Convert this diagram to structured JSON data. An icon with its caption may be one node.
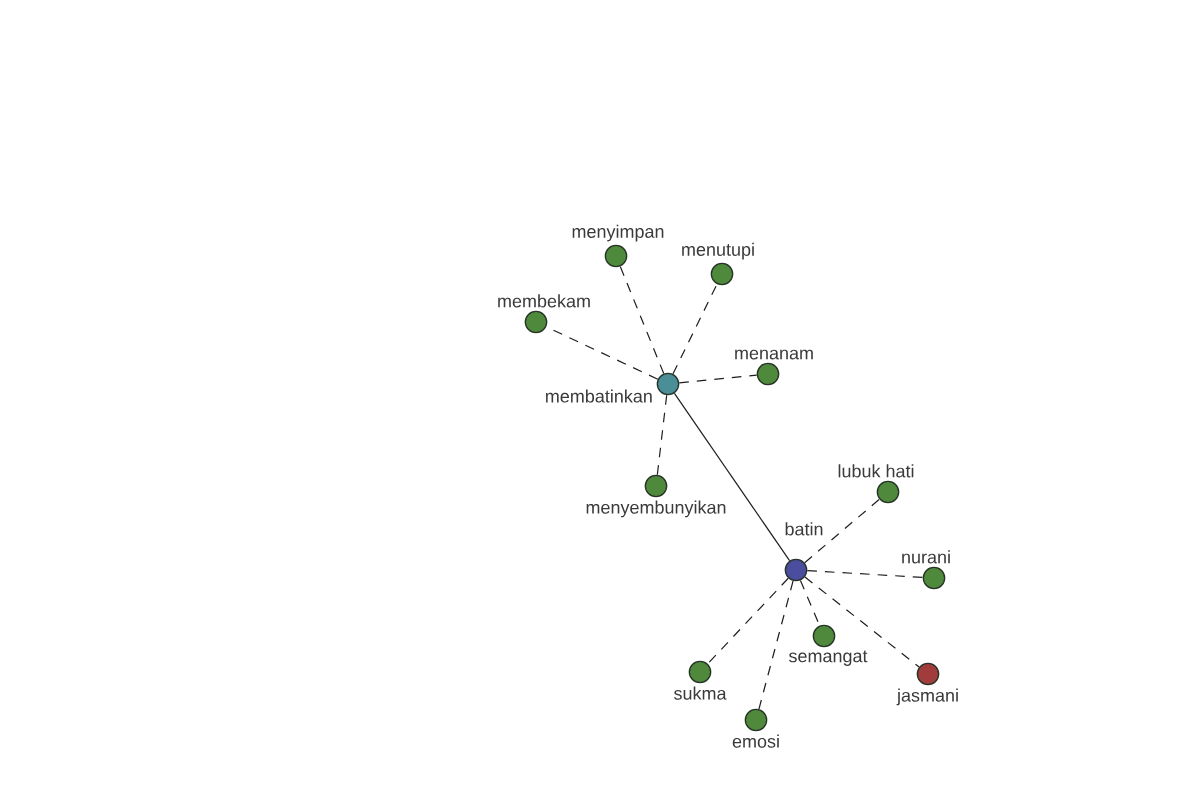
{
  "diagram": {
    "nodes": [
      {
        "text": [
          "menyimpan"
        ]
      },
      {
        "text": [
          "menutupi"
        ]
      },
      {
        "text": [
          "membekam"
        ]
      },
      {
        "text": [
          "menanam"
        ]
      },
      {
        "text": [
          "membatinkan"
        ]
      },
      {
        "text": [
          "menyembunyikan"
        ]
      },
      {
        "text": [
          "lubuk hati"
        ]
      },
      {
        "text": [
          "batin"
        ]
      },
      {
        "text": [
          "nurani"
        ]
      },
      {
        "text": [
          "semangat"
        ]
      },
      {
        "text": [
          "sukma"
        ]
      },
      {
        "text": [
          "jasmani"
        ]
      },
      {
        "text": [
          "emosi"
        ]
      }
    ],
    "edges": [
      {
        "from": 4,
        "to": 0,
        "arrow": "none",
        "style": "dashed"
      },
      {
        "from": 4,
        "to": 1,
        "arrow": "none",
        "style": "dashed"
      },
      {
        "from": 4,
        "to": 2,
        "arrow": "none",
        "style": "dashed"
      },
      {
        "from": 4,
        "to": 3,
        "arrow": "none",
        "style": "dashed"
      },
      {
        "from": 4,
        "to": 5,
        "arrow": "none",
        "style": "dashed"
      },
      {
        "from": 4,
        "to": 7,
        "arrow": "none"
      },
      {
        "from": 7,
        "to": 6,
        "arrow": "none",
        "style": "dashed"
      },
      {
        "from": 7,
        "to": 8,
        "arrow": "none",
        "style": "dashed"
      },
      {
        "from": 7,
        "to": 9,
        "arrow": "none",
        "style": "dashed"
      },
      {
        "from": 7,
        "to": 10,
        "arrow": "none",
        "style": "dashed"
      },
      {
        "from": 7,
        "to": 11,
        "arrow": "none",
        "style": "dashed"
      },
      {
        "from": 7,
        "to": 12,
        "arrow": "none",
        "style": "dashed"
      }
    ]
  }
}
